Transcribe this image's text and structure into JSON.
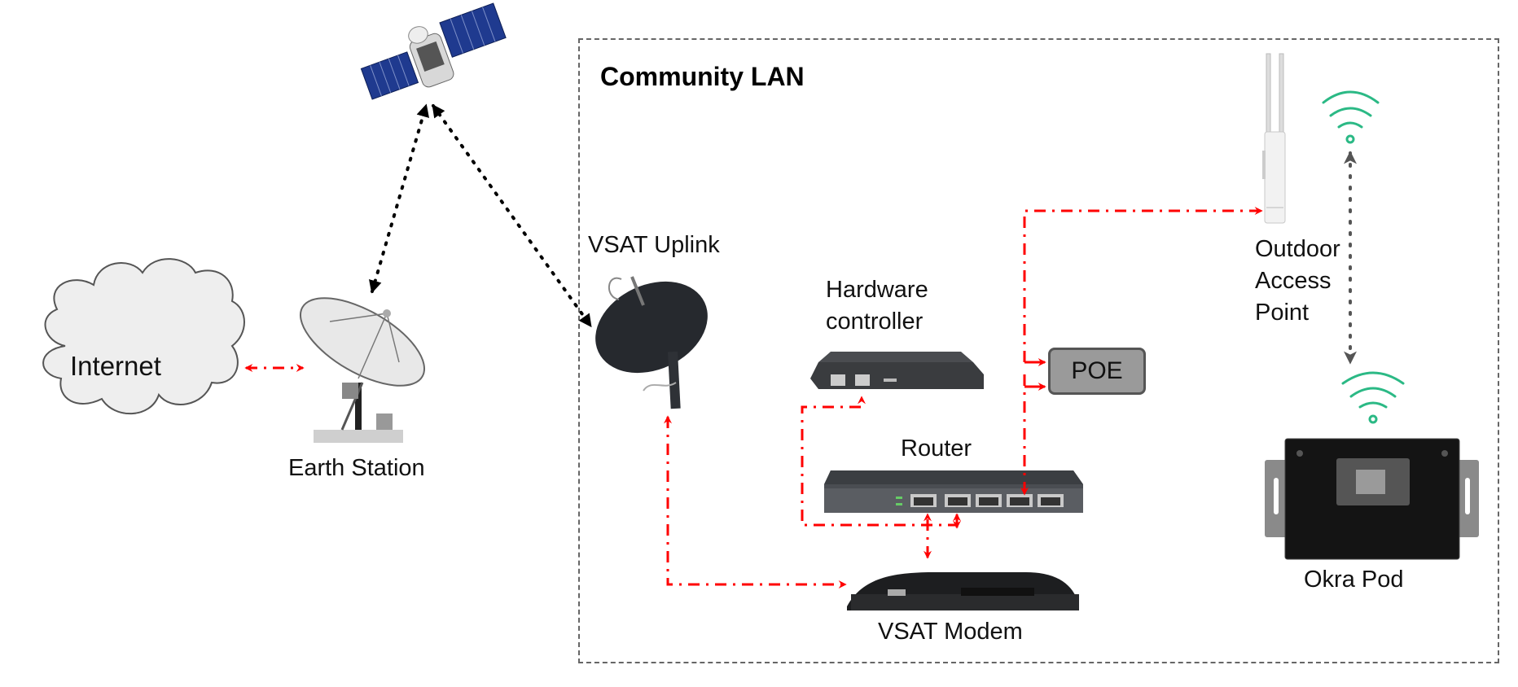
{
  "group": {
    "title": "Community LAN"
  },
  "nodes": {
    "internet": {
      "label": "Internet",
      "icon": "cloud-icon"
    },
    "earth_station": {
      "label": "Earth Station",
      "icon": "earth-station-dish-icon"
    },
    "satellite": {
      "label": "",
      "icon": "satellite-icon"
    },
    "vsat_uplink": {
      "label": "VSAT Uplink",
      "icon": "vsat-dish-icon"
    },
    "hardware_controller": {
      "label_line1": "Hardware",
      "label_line2": "controller",
      "icon": "controller-device-icon"
    },
    "poe": {
      "label": "POE"
    },
    "router": {
      "label": "Router",
      "icon": "router-device-icon"
    },
    "vsat_modem": {
      "label": "VSAT Modem",
      "icon": "modem-device-icon"
    },
    "outdoor_ap": {
      "label_line1": "Outdoor",
      "label_line2": "Access",
      "label_line3": "Point",
      "icon": "access-point-icon"
    },
    "okra_pod": {
      "label": "Okra Pod",
      "icon": "okra-pod-device-icon"
    }
  },
  "links": [
    {
      "from": "internet",
      "to": "earth_station",
      "style": "dash-dot",
      "color": "#ff0000",
      "bidirectional": true
    },
    {
      "from": "earth_station",
      "to": "satellite",
      "style": "dotted",
      "color": "#000000",
      "bidirectional": true
    },
    {
      "from": "satellite",
      "to": "vsat_uplink",
      "style": "dotted",
      "color": "#000000",
      "bidirectional": true
    },
    {
      "from": "vsat_uplink",
      "to": "vsat_modem",
      "style": "dash-dot",
      "color": "#ff0000",
      "bidirectional": true
    },
    {
      "from": "vsat_modem",
      "to": "router",
      "style": "dash-dot",
      "color": "#ff0000",
      "bidirectional": true
    },
    {
      "from": "router",
      "to": "hardware_controller",
      "style": "dash-dot",
      "color": "#ff0000",
      "bidirectional": true
    },
    {
      "from": "router",
      "to": "poe",
      "style": "dash-dot",
      "color": "#ff0000",
      "bidirectional": true
    },
    {
      "from": "poe",
      "to": "outdoor_ap",
      "style": "dash-dot",
      "color": "#ff0000",
      "bidirectional": false
    },
    {
      "from": "outdoor_ap",
      "to": "okra_pod",
      "style": "dotted",
      "color": "#555555",
      "bidirectional": true,
      "wireless": true
    }
  ],
  "colors": {
    "wired_link": "#ff0000",
    "satellite_link": "#000000",
    "wireless_link": "#555555",
    "wifi_icon": "#2bb985",
    "poe_fill": "#9a9a9a",
    "solar_panel": "#1f3a8f"
  }
}
